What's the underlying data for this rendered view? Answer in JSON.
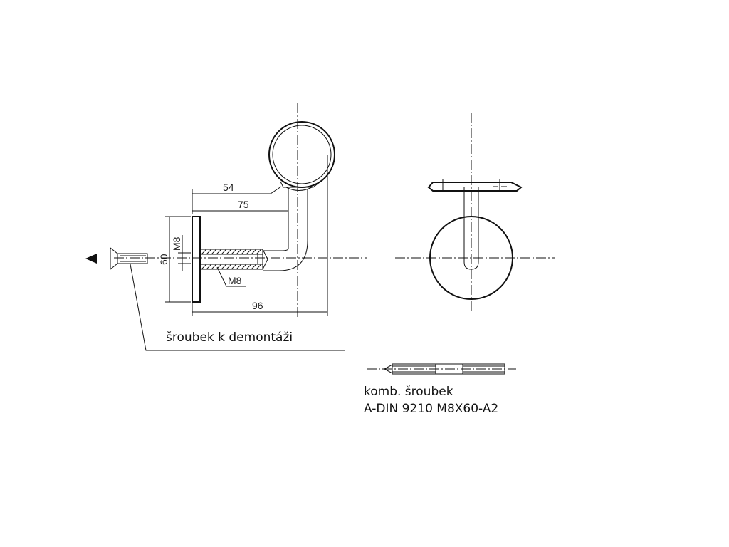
{
  "dimensions": {
    "d54": "54",
    "d75": "75",
    "d96": "96",
    "d60": "60",
    "dM8_vertical": "M8",
    "dM8_thread": "M8"
  },
  "notes": {
    "removal_screw": "šroubek k demontáži",
    "combo_screw_line1": "komb. šroubek",
    "combo_screw_line2": "A-DIN 9210 M8X60-A2"
  }
}
